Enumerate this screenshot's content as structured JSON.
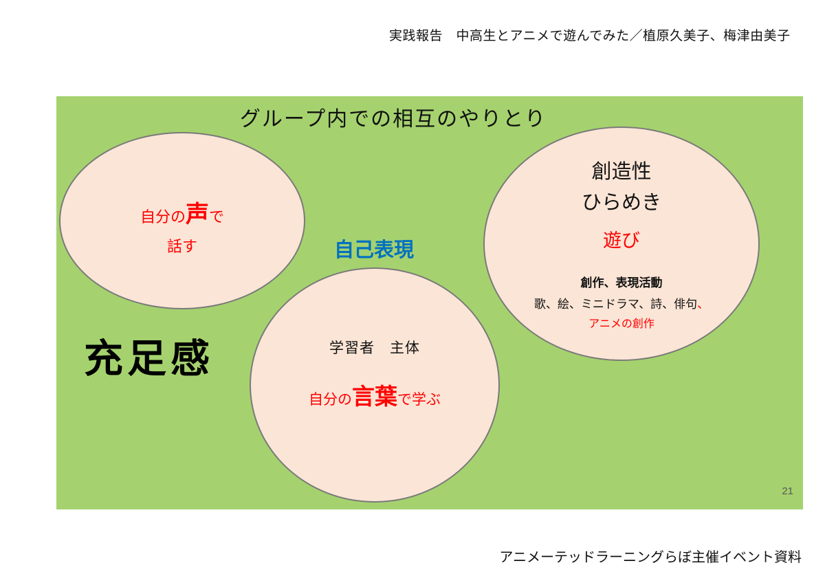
{
  "header": {
    "title": "実践報告　中高生とアニメで遊んでみた／植原久美子、梅津由美子"
  },
  "diagram": {
    "title": "グループ内での相互のやりとり",
    "self_expression_label": "自己表現",
    "satisfaction_label": "充足感",
    "page_number": "21",
    "left_ellipse": {
      "line1_pre": "自分の",
      "line1_emphasis": "声",
      "line1_post": "で",
      "line2": "話す"
    },
    "center_ellipse": {
      "heading": "学習者　主体",
      "line_pre": "自分の",
      "line_emphasis": "言葉",
      "line_post": "で学ぶ"
    },
    "right_ellipse": {
      "line1": "創造性",
      "line2": "ひらめき",
      "line3": "遊び",
      "works_heading": "創作、表現活動",
      "works_list": "歌、絵、ミニドラマ、詩、俳句",
      "works_list_red_comma": "、",
      "works_anime": "アニメの創作"
    }
  },
  "footer": {
    "credit": "アニメーテッドラーニングらぼ主催イベント資料"
  },
  "colors": {
    "background_green": "#a5d26e",
    "ellipse_fill": "#fbe5d6",
    "ellipse_border": "#7a7a7a",
    "emphasis_red": "#ff0000",
    "self_expression_blue": "#0070c0",
    "page_number_gray": "#595959"
  }
}
